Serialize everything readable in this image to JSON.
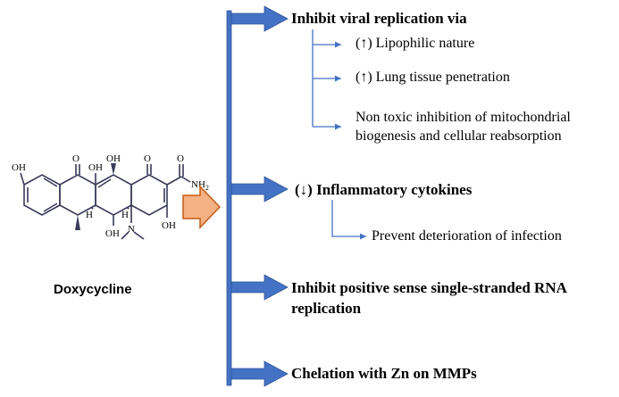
{
  "drug": {
    "name": "Doxycycline",
    "structure_labels": {
      "oh_ring_d": "OH",
      "oh_c12": "OH",
      "oh_c12a": "OH",
      "o_c11": "O",
      "o_c1": "O",
      "o_amide": "O",
      "nh2": "NH",
      "nh2_sub": "2",
      "oh_c3": "OH",
      "oh_c5": "OH",
      "h_c5a": "H",
      "h_c4a": "H",
      "n_dimethyl": "N"
    }
  },
  "effects": {
    "e1": {
      "heading": "Inhibit viral replication via",
      "sub1": "(↑) Lipophilic nature",
      "sub2": "(↑) Lung tissue penetration",
      "sub3_line1": "Non toxic inhibition of mitochondrial",
      "sub3_line2": "biogenesis and cellular reabsorption"
    },
    "e2": {
      "heading": "(↓) Inflammatory cytokines",
      "sub1": "Prevent deterioration of infection"
    },
    "e3": {
      "line1": "Inhibit positive sense single-stranded RNA",
      "line2": "replication"
    },
    "e4": {
      "heading": "Chelation with Zn on MMPs"
    }
  },
  "colors": {
    "branch_blue": "#4472c4",
    "pointer_orange": "#f4b183",
    "pointer_border": "#c55a11"
  }
}
